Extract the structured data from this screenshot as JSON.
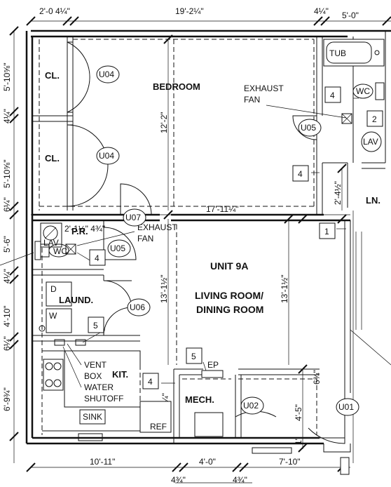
{
  "dimensions": {
    "top": [
      "2'-0 4¼\"",
      "19'-2¼\"",
      "4¼\"",
      "5'-0\""
    ],
    "left": [
      "5'-10⅝\"",
      "4¼\"",
      "5'-10⅝\"",
      "6¼\"",
      "5'-6\"",
      "4¼\"",
      "4'-10\"",
      "6¼\"",
      "6'-9¾\""
    ],
    "bottom": [
      "10'-11\"",
      "4'-0\"",
      "7'-10\"",
      "4¾\"",
      "4¾\""
    ],
    "interior": {
      "bedroom_height": "12'-2\"",
      "living_width": "17'-11¼\"",
      "pr_width": "2'-1½\" 4¾\"",
      "living_height_left": "13'-1½\"",
      "living_height_right": "13'-1½\"",
      "mech_right": "4'-5\"",
      "mech_top": "6¾\"",
      "bath_small": "2'-4½\"",
      "kit_small": "4'-1¼\"",
      "bottom_right_small": "1'"
    }
  },
  "rooms": {
    "bedroom": "BEDROOM",
    "closet_1": "CL.",
    "closet_2": "CL.",
    "powder_room": "P.R.",
    "laundry": "LAUND.",
    "kitchen": "KIT.",
    "mechanical": "MECH.",
    "linen": "LN.",
    "unit_title": "UNIT 9A",
    "living_1": "LIVING ROOM/",
    "living_2": "DINING ROOM"
  },
  "fixtures": {
    "tub": "TUB",
    "wc": "WC",
    "lav": "LAV",
    "sink": "SINK",
    "ref": "REF",
    "ep": "EP",
    "d": "D",
    "w": "W"
  },
  "notes": {
    "exhaust_fan_1": "EXHAUST",
    "exhaust_fan_2": "FAN",
    "vent_box_1": "VENT",
    "vent_box_2": "BOX",
    "water_shutoff_1": "WATER",
    "water_shutoff_2": "SHUTOFF"
  },
  "door_tags": [
    "U04",
    "U04",
    "U05",
    "U07",
    "U05",
    "U06",
    "U02",
    "U01"
  ],
  "keynotes": [
    "4",
    "4",
    "2",
    "1",
    "4",
    "5",
    "5",
    "4"
  ]
}
